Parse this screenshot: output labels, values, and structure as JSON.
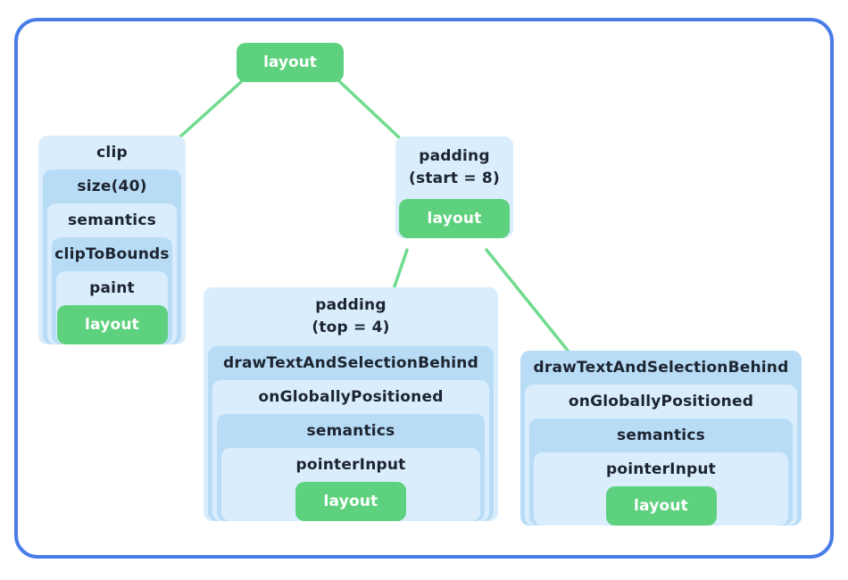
{
  "colors": {
    "frame_border": "#4a7ce8",
    "node_light_blue": "#d9edfd",
    "node_mid_blue": "#b9dcf6",
    "leaf_green": "#5ed17e",
    "edge_green": "#70db8e",
    "label_text": "#1c2430",
    "leaf_text": "#ffffff"
  },
  "root": {
    "label": "layout"
  },
  "clip_node": {
    "levels": [
      "clip",
      "size(40)",
      "semantics",
      "clipToBounds",
      "paint"
    ],
    "leaf": "layout"
  },
  "padding_start_node": {
    "line1": "padding",
    "line2": "(start = 8)",
    "leaf": "layout"
  },
  "padding_top_node": {
    "line1": "padding",
    "line2": "(top = 4)",
    "levels": [
      "drawTextAndSelectionBehind",
      "onGloballyPositioned",
      "semantics",
      "pointerInput"
    ],
    "leaf": "layout"
  },
  "draw_text_node": {
    "levels": [
      "drawTextAndSelectionBehind",
      "onGloballyPositioned",
      "semantics",
      "pointerInput"
    ],
    "leaf": "layout"
  }
}
